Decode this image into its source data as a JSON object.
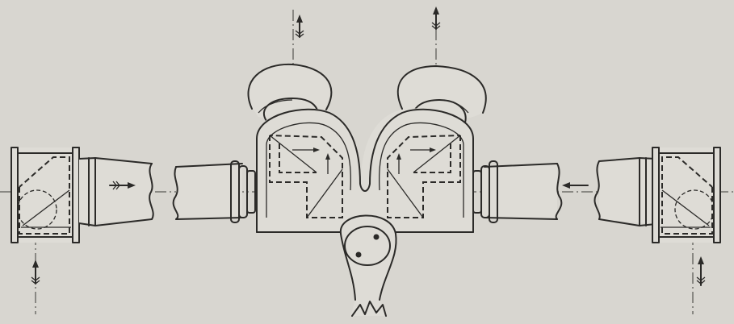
{
  "diagram": {
    "colors": {
      "paper": "#d8d6d0",
      "ink": "#2b2a28"
    },
    "parts": [
      "left-prism-housing",
      "left-tube",
      "left-eyepiece",
      "right-eyepiece",
      "right-tube",
      "right-prism-housing",
      "center-hinge-bracket"
    ],
    "icons": [
      "arrow-up-icon",
      "arrow-right-icon",
      "arrow-left-icon"
    ]
  }
}
